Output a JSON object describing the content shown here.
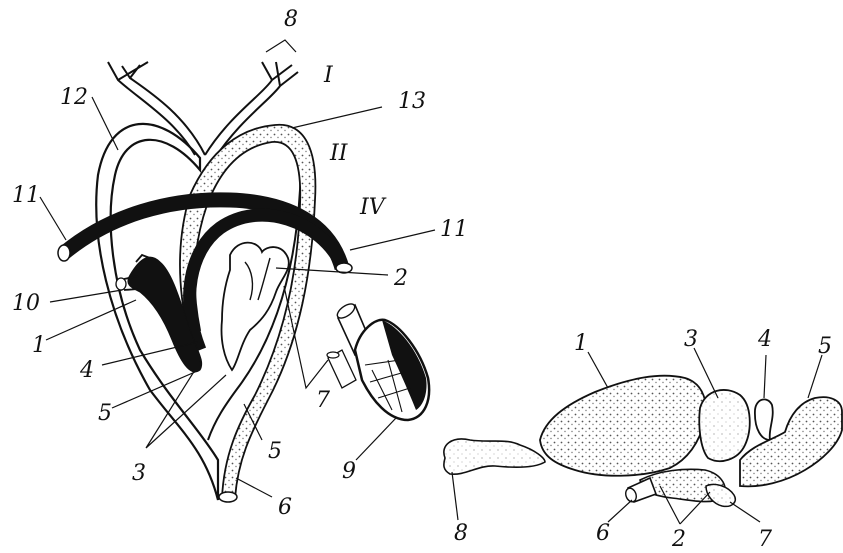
{
  "colors": {
    "ink": "#111111",
    "paper": "#ffffff",
    "stipple": "#b9b9b9",
    "stipple_light": "#d4d4d4"
  },
  "left_figure": {
    "labels": [
      "8",
      "I",
      "12",
      "13",
      "II",
      "11",
      "IV",
      "11",
      "2",
      "10",
      "1",
      "4",
      "7",
      "5",
      "3",
      "5",
      "9",
      "6"
    ]
  },
  "right_figure": {
    "labels": [
      "1",
      "3",
      "4",
      "5",
      "8",
      "6",
      "2",
      "7"
    ]
  }
}
